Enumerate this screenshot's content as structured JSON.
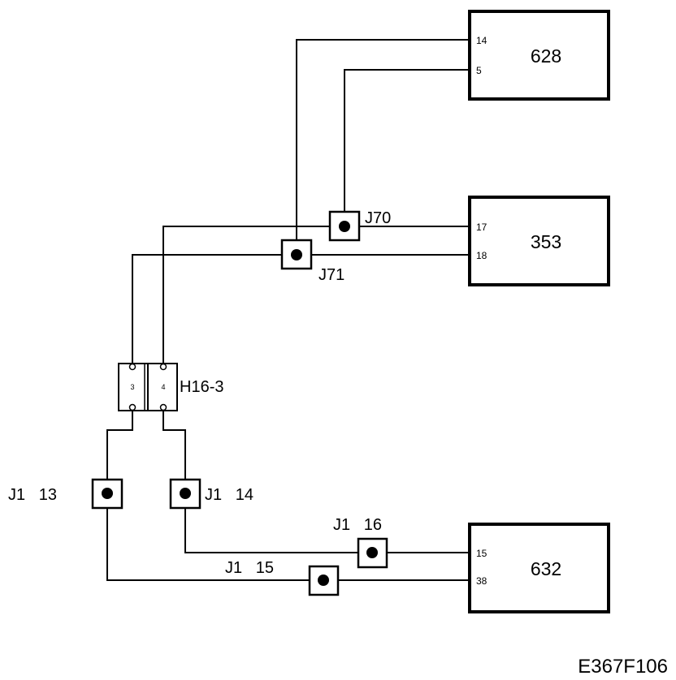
{
  "modules": {
    "m628": {
      "label": "628",
      "pin_a": "14",
      "pin_b": "5"
    },
    "m353": {
      "label": "353",
      "pin_a": "17",
      "pin_b": "18"
    },
    "m632": {
      "label": "632",
      "pin_a": "15",
      "pin_b": "38"
    }
  },
  "splices": {
    "j70": "J70",
    "j71": "J71",
    "j1_13": "J1   13",
    "j1_14": "J1   14",
    "j1_16": "J1   16",
    "j1_15": "J1   15"
  },
  "connector": {
    "label": "H16-3",
    "pin_left": "3",
    "pin_right": "4"
  },
  "figure_id": "E367F106"
}
